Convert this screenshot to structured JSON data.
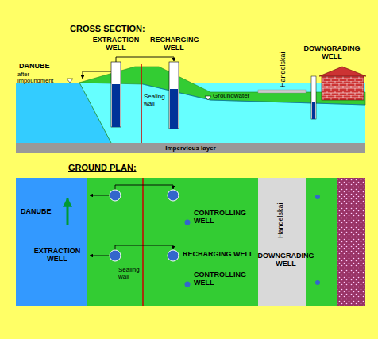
{
  "diagram": {
    "nodes": [
      {
        "text": [
          "Impervious layer"
        ]
      }
    ],
    "labels": [
      "CROSS SECTION:",
      "EXTRACTION WELL",
      "RECHARGING WELL",
      "DANUBE",
      "after impoundment",
      "Sealing wall",
      "Groundwater",
      "Handelskai",
      "DOWNGRADING WELL",
      "GROUND PLAN:",
      "DANUBE",
      "EXTRACTION WELL",
      "RECHARGING WELL",
      "CONTROLLING WELL",
      "Sealing wall",
      "CONTROLLING WELL",
      "Handelskai",
      "DOWNGRADING WELL"
    ]
  }
}
